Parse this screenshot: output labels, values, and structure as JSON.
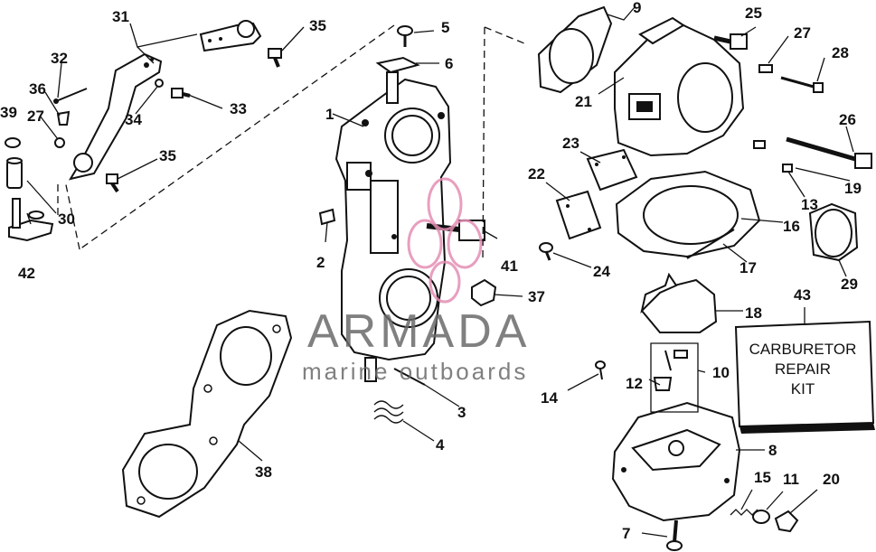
{
  "callouts": {
    "c1": "1",
    "c2": "2",
    "c3": "3",
    "c4": "4",
    "c5": "5",
    "c6": "6",
    "c7": "7",
    "c8": "8",
    "c9": "9",
    "c10": "10",
    "c11": "11",
    "c12": "12",
    "c13": "13",
    "c14": "14",
    "c15": "15",
    "c16": "16",
    "c17": "17",
    "c18": "18",
    "c19": "19",
    "c20": "20",
    "c21": "21",
    "c22": "22",
    "c23": "23",
    "c24": "24",
    "c25": "25",
    "c26": "26",
    "c27a": "27",
    "c27b": "27",
    "c28": "28",
    "c29": "29",
    "c30": "30",
    "c31": "31",
    "c32": "32",
    "c33": "33",
    "c34": "34",
    "c35a": "35",
    "c35b": "35",
    "c36": "36",
    "c37": "37",
    "c38": "38",
    "c39": "39",
    "c41": "41",
    "c42": "42",
    "c43": "43"
  },
  "kit_box": {
    "line1": "CARBURETOR",
    "line2": "REPAIR",
    "line3": "KIT"
  },
  "watermark": {
    "title": "ARMADA",
    "subtitle": "marine outboards",
    "accent_color": "#e58fb5"
  },
  "colors": {
    "ink": "#111111",
    "watermark_gray": "#6b6b6b"
  }
}
